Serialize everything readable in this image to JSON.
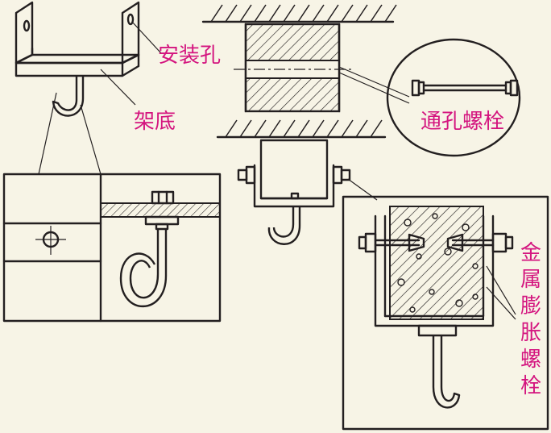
{
  "colors": {
    "background": "#f7f4e6",
    "line": "#231f20",
    "label": "#d4157f"
  },
  "labels": {
    "mounting_hole": "安装孔",
    "frame_base": "架底",
    "through_bolt": "通孔螺栓",
    "metal_expansion_bolt": "金属膨胀螺栓"
  }
}
